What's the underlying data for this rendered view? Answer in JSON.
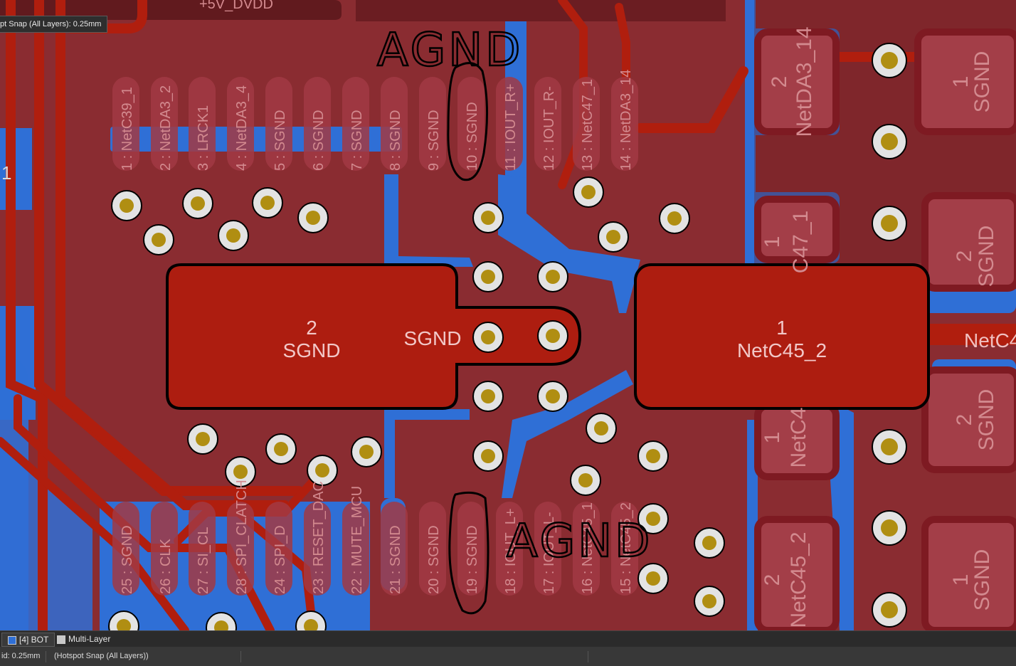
{
  "hud": {
    "snap_text": "pt Snap (All Layers): 0.25mm"
  },
  "board": {
    "top_net_label": "+5V_DVDD",
    "left_edge_label": "1",
    "right_edge_label": "NetC4",
    "top_pins": [
      "1 : NetC39_1",
      "2 : NetDA3_2",
      "3 : LRCK1",
      "4 : NetDA3_4",
      "5 : SGND",
      "6 : SGND",
      "7 : SGND",
      "8 : SGND",
      "9 : SGND",
      "10 : SGND",
      "11 : IOUT_R+",
      "12 : IOUT_R-",
      "13 : NetC47_1",
      "14 : NetDA3_14"
    ],
    "bottom_pins": [
      "25 : SGND",
      "26 : CLK",
      "27 : SI_CL",
      "28 : SPI_CLATCH",
      "24 : SPI_D",
      "23 : RESET_DAC",
      "22 : MUTE_MCU",
      "21 : SGND",
      "20 : SGND",
      "19 : SGND",
      "18 : IOUT_L+",
      "17 : IOUT_L-",
      "16 : NetC45_1",
      "15 : NetC45_2"
    ],
    "pad_left": {
      "number": "2",
      "net": "SGND"
    },
    "pad_left_center_label": "SGND",
    "pad_right": {
      "number": "1",
      "net": "NetC45_2"
    },
    "smd_components": [
      {
        "number": "2",
        "net": "NetDA3_14"
      },
      {
        "number": "1",
        "net": "SGND"
      },
      {
        "number": "1",
        "net": "C47_1"
      },
      {
        "number": "2",
        "net": "SGND"
      },
      {
        "number": "1",
        "net": "NetC4"
      },
      {
        "number": "2",
        "net": "SGND"
      },
      {
        "number": "2",
        "net": "NetC45_2"
      },
      {
        "number": "1",
        "net": "SGND"
      }
    ],
    "annotations": {
      "top_text": "AGND",
      "bottom_text": "AGND"
    }
  },
  "layers": [
    {
      "label": "[4] BOT",
      "color": "#2f6fd6"
    },
    {
      "label": "Multi-Layer",
      "color": "#c8c8c8"
    }
  ],
  "status": {
    "grid": "id: 0.25mm",
    "snap": "(Hotspot Snap (All Layers))"
  },
  "colors": {
    "background": "#8c2a2f",
    "pour": "#8f3035",
    "bottom_copper": "#2f6fd6",
    "top_copper": "#b01e0e",
    "via_ring": "#e3e3e3",
    "via_hole": "#b08e12",
    "annotation": "#000000"
  }
}
